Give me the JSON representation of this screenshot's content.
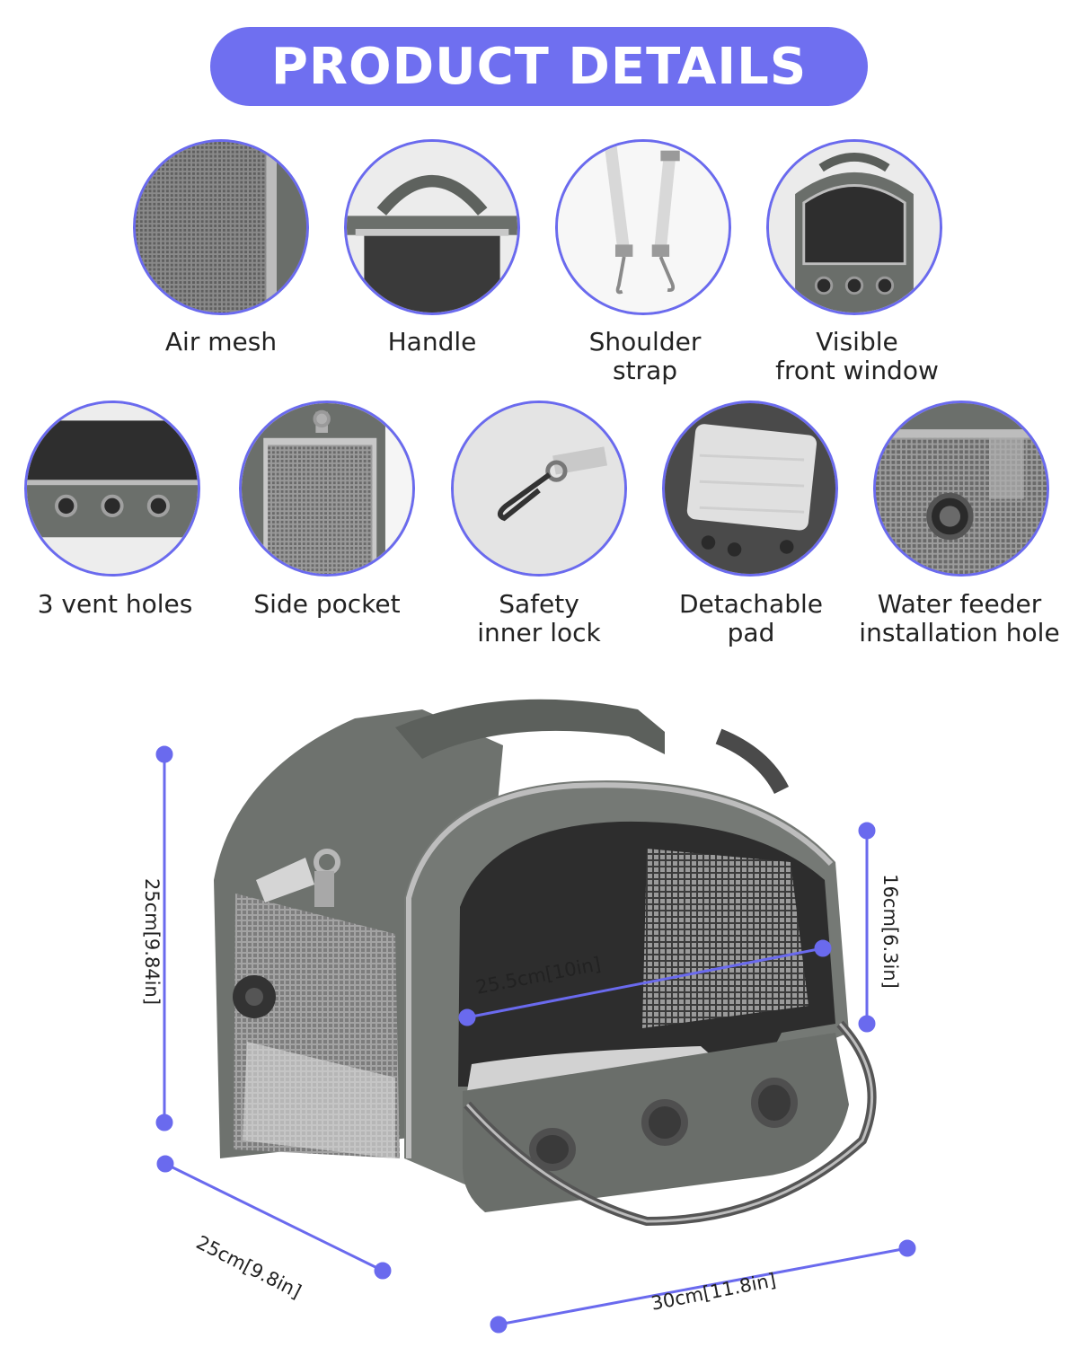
{
  "title": "PRODUCT DETAILS",
  "accent_color": "#6f6ff0",
  "features": [
    {
      "icon": "air-mesh-icon",
      "lines": [
        "Air mesh"
      ]
    },
    {
      "icon": "handle-icon",
      "lines": [
        "Handle"
      ]
    },
    {
      "icon": "shoulder-strap-icon",
      "lines": [
        "Shoulder",
        "strap"
      ]
    },
    {
      "icon": "front-window-icon",
      "lines": [
        "Visible",
        "front window"
      ]
    },
    {
      "icon": "vent-holes-icon",
      "lines": [
        "3 vent holes"
      ]
    },
    {
      "icon": "side-pocket-icon",
      "lines": [
        "Side pocket"
      ]
    },
    {
      "icon": "inner-lock-icon",
      "lines": [
        "Safety",
        "inner lock"
      ]
    },
    {
      "icon": "pad-icon",
      "lines": [
        "Detachable",
        "pad"
      ]
    },
    {
      "icon": "water-feeder-icon",
      "lines": [
        "Water feeder",
        "installation hole"
      ]
    }
  ],
  "dimensions": {
    "height": "25cm[9.84in]",
    "window_height": "16cm[6.3in]",
    "window_width": "25.5cm[10in]",
    "depth": "25cm[9.8in]",
    "width": "30cm[11.8in]"
  }
}
